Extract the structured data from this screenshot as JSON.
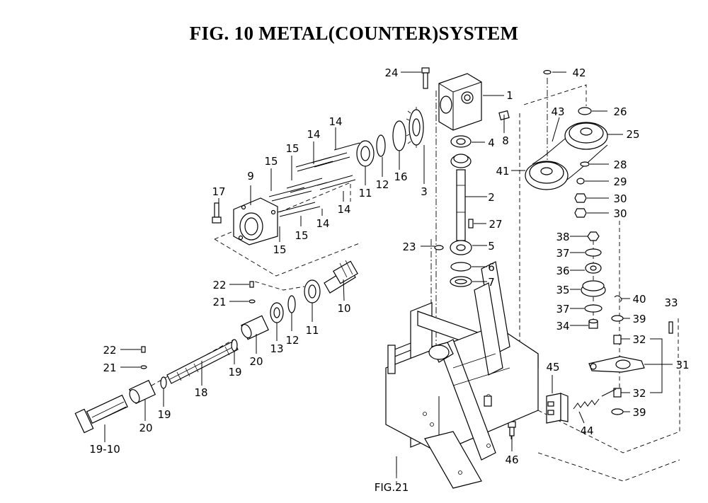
{
  "title": "FIG. 10  METAL(COUNTER)SYSTEM",
  "callouts": {
    "c24": "24",
    "c1": "1",
    "c8": "8",
    "c4": "4",
    "c3": "3",
    "c2": "2",
    "c27": "27",
    "c5": "5",
    "c6": "6",
    "c7": "7",
    "c23": "23",
    "c42": "42",
    "c26": "26",
    "c43": "43",
    "c25": "25",
    "c41": "41",
    "c28": "28",
    "c29": "29",
    "c30a": "30",
    "c30b": "30",
    "c38": "38",
    "c37a": "37",
    "c36": "36",
    "c35": "35",
    "c37b": "37",
    "c34": "34",
    "c40": "40",
    "c39a": "39",
    "c33": "33",
    "c32a": "32",
    "c31": "31",
    "c32b": "32",
    "c39b": "39",
    "c45": "45",
    "c44": "44",
    "c46": "46",
    "fig21": "FIG.21",
    "c10": "10",
    "c11b": "11",
    "c12b": "12",
    "c13": "13",
    "c20a": "20",
    "c19a": "19",
    "c18": "18",
    "c19b": "19",
    "c20b": "20",
    "c1910": "19-10",
    "c22a": "22",
    "c21a": "21",
    "c22b": "22",
    "c21b": "21",
    "c17": "17",
    "c9": "9",
    "c15a": "15",
    "c15b": "15",
    "c14a": "14",
    "c14b": "14",
    "c11a": "11",
    "c12a": "12",
    "c16": "16",
    "c14c": "14",
    "c14d": "14",
    "c15c": "15",
    "c15d": "15"
  }
}
